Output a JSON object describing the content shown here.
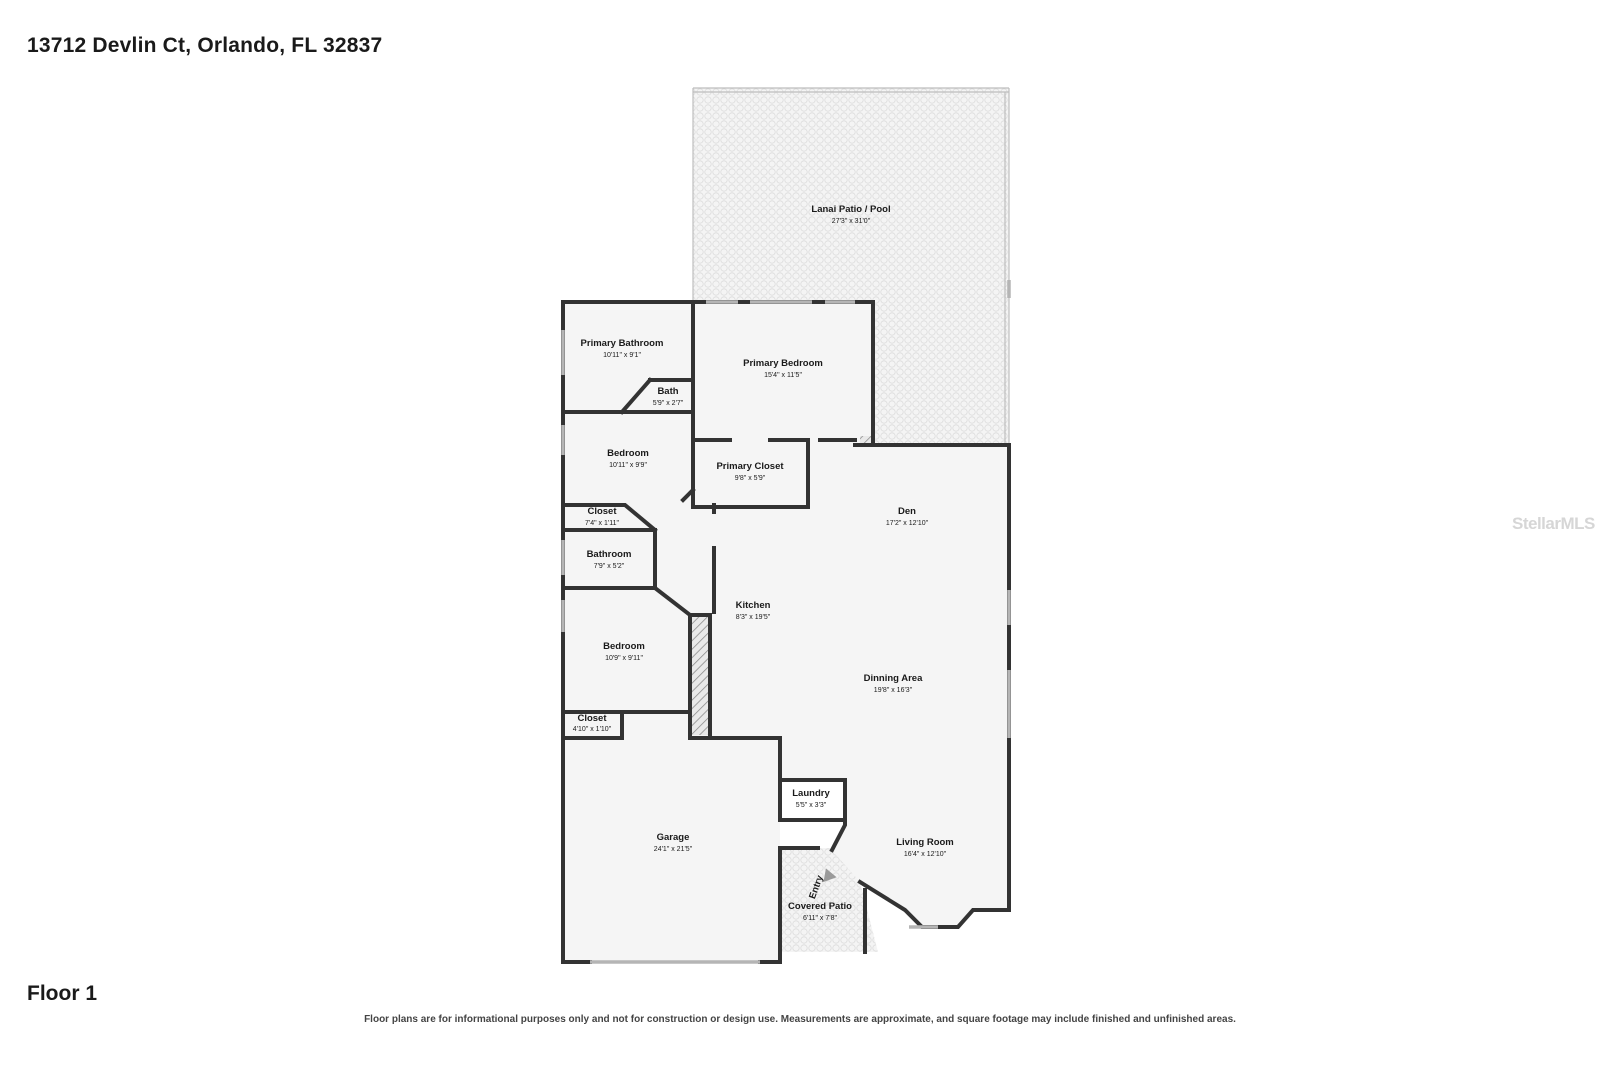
{
  "header": {
    "address": "13712 Devlin Ct, Orlando, FL 32837"
  },
  "floor_label": "Floor 1",
  "disclaimer": "Floor plans are for informational purposes only and not for construction or design use. Measurements are approximate, and square footage may include finished and unfinished areas.",
  "watermark": "StellarMLS",
  "entry_label": "Entry",
  "rooms": {
    "lanai": {
      "name": "Lanai Patio / Pool",
      "dims": "27'3\" x 31'0\""
    },
    "primary_bathroom": {
      "name": "Primary Bathroom",
      "dims": "10'11\" x 9'1\""
    },
    "bath": {
      "name": "Bath",
      "dims": "5'9\" x 2'7\""
    },
    "primary_bedroom": {
      "name": "Primary Bedroom",
      "dims": "15'4\" x 11'5\""
    },
    "bedroom_1": {
      "name": "Bedroom",
      "dims": "10'11\" x 9'9\""
    },
    "primary_closet": {
      "name": "Primary Closet",
      "dims": "9'8\" x 5'9\""
    },
    "den": {
      "name": "Den",
      "dims": "17'2\" x 12'10\""
    },
    "closet_1": {
      "name": "Closet",
      "dims": "7'4\" x 1'11\""
    },
    "bathroom": {
      "name": "Bathroom",
      "dims": "7'9\" x 5'2\""
    },
    "kitchen": {
      "name": "Kitchen",
      "dims": "8'3\" x 19'5\""
    },
    "bedroom_2": {
      "name": "Bedroom",
      "dims": "10'9\" x 9'11\""
    },
    "dinning_area": {
      "name": "Dinning Area",
      "dims": "19'8\" x 16'3\""
    },
    "closet_2": {
      "name": "Closet",
      "dims": "4'10\" x 1'10\""
    },
    "laundry": {
      "name": "Laundry",
      "dims": "5'5\" x 3'3\""
    },
    "garage": {
      "name": "Garage",
      "dims": "24'1\" x 21'5\""
    },
    "living_room": {
      "name": "Living Room",
      "dims": "16'4\" x 12'10\""
    },
    "covered_patio": {
      "name": "Covered Patio",
      "dims": "6'11\" x 7'8\""
    }
  }
}
